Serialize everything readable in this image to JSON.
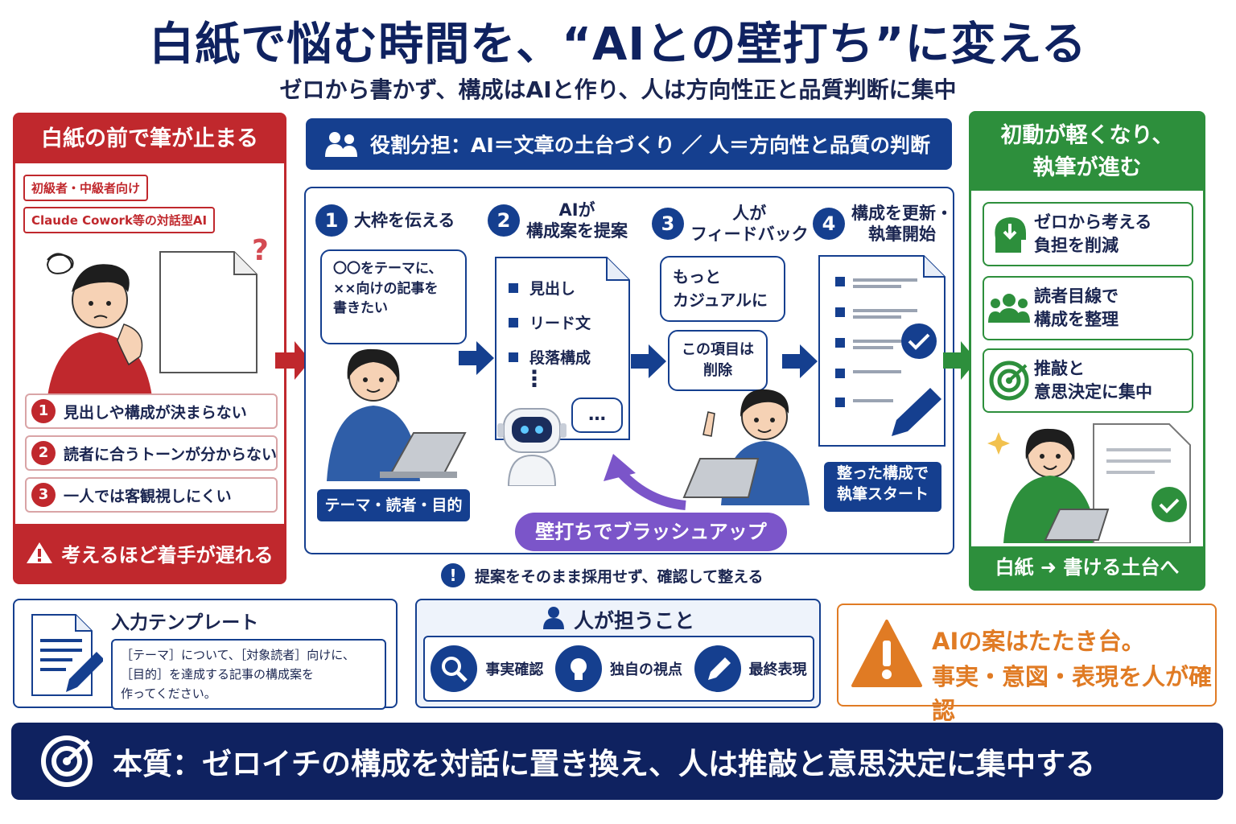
{
  "title": "白紙で悩む時間を、“AIとの壁打ち”に変える",
  "subtitle": "ゼロから書かず、構成はAIと作り、人は方向性正と品質判断に集中",
  "left": {
    "header": "白紙の前で筆が止まる",
    "tags": [
      "初級者・中級者向け",
      "Claude Cowork等の対話型AI"
    ],
    "issues": [
      {
        "num": "1",
        "text": "見出しや構成が決まらない"
      },
      {
        "num": "2",
        "text": "読者に合うトーンが分からない"
      },
      {
        "num": "3",
        "text": "一人では客観視しにくい"
      }
    ],
    "question_mark": "?",
    "footer": "考えるほど着手が遅れる"
  },
  "center": {
    "role_banner": "役割分担：AI＝文章の土台づくり ／ 人＝方向性と品質の判断",
    "steps": [
      {
        "num": "1",
        "title": "大枠を伝える"
      },
      {
        "num": "2",
        "title_line1": "AIが",
        "title_line2": "構成案を提案"
      },
      {
        "num": "3",
        "title_line1": "人が",
        "title_line2": "フィードバック"
      },
      {
        "num": "4",
        "title_line1": "構成を更新・",
        "title_line2": "執筆開始"
      }
    ],
    "step1_bubble": [
      "〇〇をテーマに、",
      "××向けの記事を",
      "書きたい"
    ],
    "step1_label": "テーマ・読者・目的",
    "step2_items": [
      "見出し",
      "リード文",
      "段落構成"
    ],
    "step2_dots": "⋮",
    "robot_bubble": "…",
    "step3_bubble1": [
      "もっと",
      "カジュアルに"
    ],
    "step3_bubble2": [
      "この項目は",
      "削除"
    ],
    "step4_label": [
      "整った構成で",
      "執筆スタート"
    ],
    "loop_label": "壁打ちでブラッシュアップ",
    "note": "提案をそのまま採用せず、確認して整える"
  },
  "right": {
    "header": [
      "初動が軽くなり、",
      "執筆が進む"
    ],
    "benefits": [
      {
        "line1": "ゼロから考える",
        "line2": "負担を削減"
      },
      {
        "line1": "読者目線で",
        "line2": "構成を整理"
      },
      {
        "line1": "推敲と",
        "line2": "意思決定に集中"
      }
    ],
    "footer": "白紙 ➜ 書ける土台へ"
  },
  "template": {
    "title": "入力テンプレート",
    "lines": [
      "［テーマ］について、［対象読者］向けに、",
      "［目的］を達成する記事の構成案を",
      "作ってください。"
    ]
  },
  "human": {
    "title": "人が担うこと",
    "items": [
      "事実確認",
      "独自の視点",
      "最終表現"
    ]
  },
  "warning": {
    "line1": "AIの案はたたき台。",
    "line2": "事実・意図・表現を人が確認"
  },
  "bottom": "本質：ゼロイチの構成を対話に置き換え、人は推敲と意思決定に集中する",
  "colors": {
    "navy": "#0f2260",
    "blue": "#153f8f",
    "red": "#c0282d",
    "green": "#2d8f3c",
    "purple": "#7b55c9",
    "orange": "#e07b24"
  }
}
